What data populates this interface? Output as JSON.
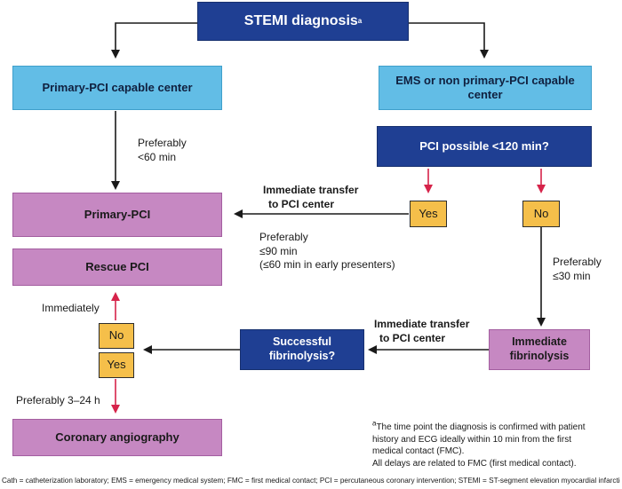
{
  "title": {
    "label": "STEMI diagnosis",
    "marker": "a"
  },
  "left_center": "Primary-PCI capable center",
  "right_center": "EMS or non primary-PCI capable center",
  "pci_question": "PCI possible <120 min?",
  "yes_label": "Yes",
  "no_label": "No",
  "primary_pci": "Primary-PCI",
  "rescue_pci": "Rescue PCI",
  "coronary_angiography": "Coronary angiography",
  "successful_fibrinolysis": "Successful fibrinolysis?",
  "immediate_fibrinolysis": "Immediate fibrinolysis",
  "lower_no": "No",
  "lower_yes": "Yes",
  "labels": {
    "preferably_60_line1": "Preferably",
    "preferably_60_line2": "<60 min",
    "immediate_transfer_1_line1": "Immediate transfer",
    "immediate_transfer_1_line2": "to PCI center",
    "preferably_90_line1": "Preferably",
    "preferably_90_line2": "≤90 min",
    "preferably_90_line3": "(≤60 min in early presenters)",
    "preferably_30_line1": "Preferably",
    "preferably_30_line2": "≤30 min",
    "immediate_transfer_2_line1": "Immediate transfer",
    "immediate_transfer_2_line2": "to PCI center",
    "immediately": "Immediately",
    "preferably_3_24": "Preferably 3–24 h"
  },
  "footnote": {
    "marker": "a",
    "line1": "The time point the diagnosis is confirmed with patient",
    "line2": "history and ECG ideally within 10 min from the first",
    "line3": "medical contact (FMC).",
    "line4": "All delays are related to FMC (first medical contact)."
  },
  "abbreviations": "Cath = catheterization laboratory;  EMS = emergency medical system;  FMC = first medical contact;  PCI = percutaneous coronary intervention;  STEMI = ST-segment elevation myocardial infarction.",
  "colors": {
    "navy": "#1f3f93",
    "sky": "#62bde6",
    "purple": "#c688c2",
    "gold": "#f5bf4a",
    "arrow_black": "#1a1a1a",
    "arrow_red": "#d6234a"
  }
}
